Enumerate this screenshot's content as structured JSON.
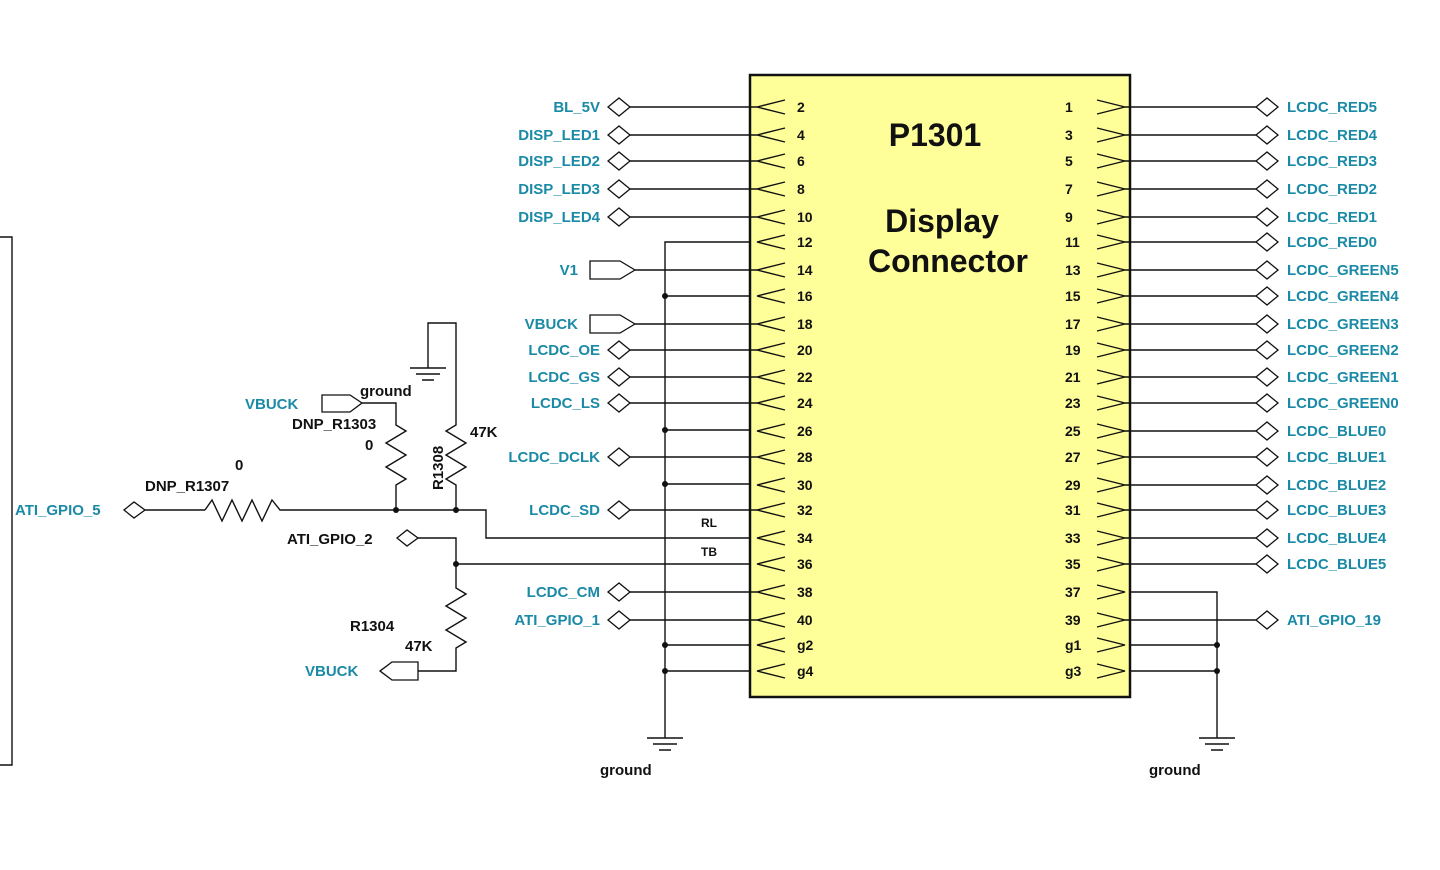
{
  "connector": {
    "ref": "P1301",
    "name_line1": "Display",
    "name_line2": "Connector",
    "fill_color": "#ffff99"
  },
  "net_color": "#1a8aa6",
  "left_pins": [
    {
      "pin": "2",
      "net": "BL_5V",
      "type": "bidir"
    },
    {
      "pin": "4",
      "net": "DISP_LED1",
      "type": "bidir"
    },
    {
      "pin": "6",
      "net": "DISP_LED2",
      "type": "bidir"
    },
    {
      "pin": "8",
      "net": "DISP_LED3",
      "type": "bidir"
    },
    {
      "pin": "10",
      "net": "DISP_LED4",
      "type": "bidir"
    },
    {
      "pin": "12",
      "net": "",
      "type": "ground"
    },
    {
      "pin": "14",
      "net": "V1",
      "type": "input"
    },
    {
      "pin": "16",
      "net": "",
      "type": "ground"
    },
    {
      "pin": "18",
      "net": "VBUCK",
      "type": "input"
    },
    {
      "pin": "20",
      "net": "LCDC_OE",
      "type": "bidir"
    },
    {
      "pin": "22",
      "net": "LCDC_GS",
      "type": "bidir"
    },
    {
      "pin": "24",
      "net": "LCDC_LS",
      "type": "bidir"
    },
    {
      "pin": "26",
      "net": "",
      "type": "ground"
    },
    {
      "pin": "28",
      "net": "LCDC_DCLK",
      "type": "bidir"
    },
    {
      "pin": "30",
      "net": "",
      "type": "ground"
    },
    {
      "pin": "32",
      "net": "LCDC_SD",
      "type": "bidir"
    },
    {
      "pin": "34",
      "net": "",
      "type": "rl"
    },
    {
      "pin": "36",
      "net": "",
      "type": "tb"
    },
    {
      "pin": "38",
      "net": "LCDC_CM",
      "type": "bidir"
    },
    {
      "pin": "40",
      "net": "ATI_GPIO_1",
      "type": "bidir"
    },
    {
      "pin": "g2",
      "net": "",
      "type": "ground"
    },
    {
      "pin": "g4",
      "net": "",
      "type": "ground"
    }
  ],
  "right_pins": [
    {
      "pin": "1",
      "net": "LCDC_RED5"
    },
    {
      "pin": "3",
      "net": "LCDC_RED4"
    },
    {
      "pin": "5",
      "net": "LCDC_RED3"
    },
    {
      "pin": "7",
      "net": "LCDC_RED2"
    },
    {
      "pin": "9",
      "net": "LCDC_RED1"
    },
    {
      "pin": "11",
      "net": "LCDC_RED0"
    },
    {
      "pin": "13",
      "net": "LCDC_GREEN5"
    },
    {
      "pin": "15",
      "net": "LCDC_GREEN4"
    },
    {
      "pin": "17",
      "net": "LCDC_GREEN3"
    },
    {
      "pin": "19",
      "net": "LCDC_GREEN2"
    },
    {
      "pin": "21",
      "net": "LCDC_GREEN1"
    },
    {
      "pin": "23",
      "net": "LCDC_GREEN0"
    },
    {
      "pin": "25",
      "net": "LCDC_BLUE0"
    },
    {
      "pin": "27",
      "net": "LCDC_BLUE1"
    },
    {
      "pin": "29",
      "net": "LCDC_BLUE2"
    },
    {
      "pin": "31",
      "net": "LCDC_BLUE3"
    },
    {
      "pin": "33",
      "net": "LCDC_BLUE4"
    },
    {
      "pin": "35",
      "net": "LCDC_BLUE5"
    },
    {
      "pin": "37",
      "net": ""
    },
    {
      "pin": "39",
      "net": "ATI_GPIO_19"
    },
    {
      "pin": "g1",
      "net": ""
    },
    {
      "pin": "g3",
      "net": ""
    }
  ],
  "signals": {
    "rl": "RL",
    "tb": "TB"
  },
  "aux": {
    "vbuck_top": "VBUCK",
    "ground_top": "ground",
    "dnp_r1303": "DNP_R1303",
    "dnp_r1303_value": "0",
    "r1308": "R1308",
    "r1308_value": "47K",
    "r1307_value": "0",
    "dnp_r1307": "DNP_R1307",
    "ati_gpio_5": "ATI_GPIO_5",
    "ati_gpio_2": "ATI_GPIO_2",
    "r1304": "R1304",
    "r1304_value": "47K",
    "vbuck_bottom": "VBUCK",
    "ground_left": "ground",
    "ground_right": "ground"
  }
}
